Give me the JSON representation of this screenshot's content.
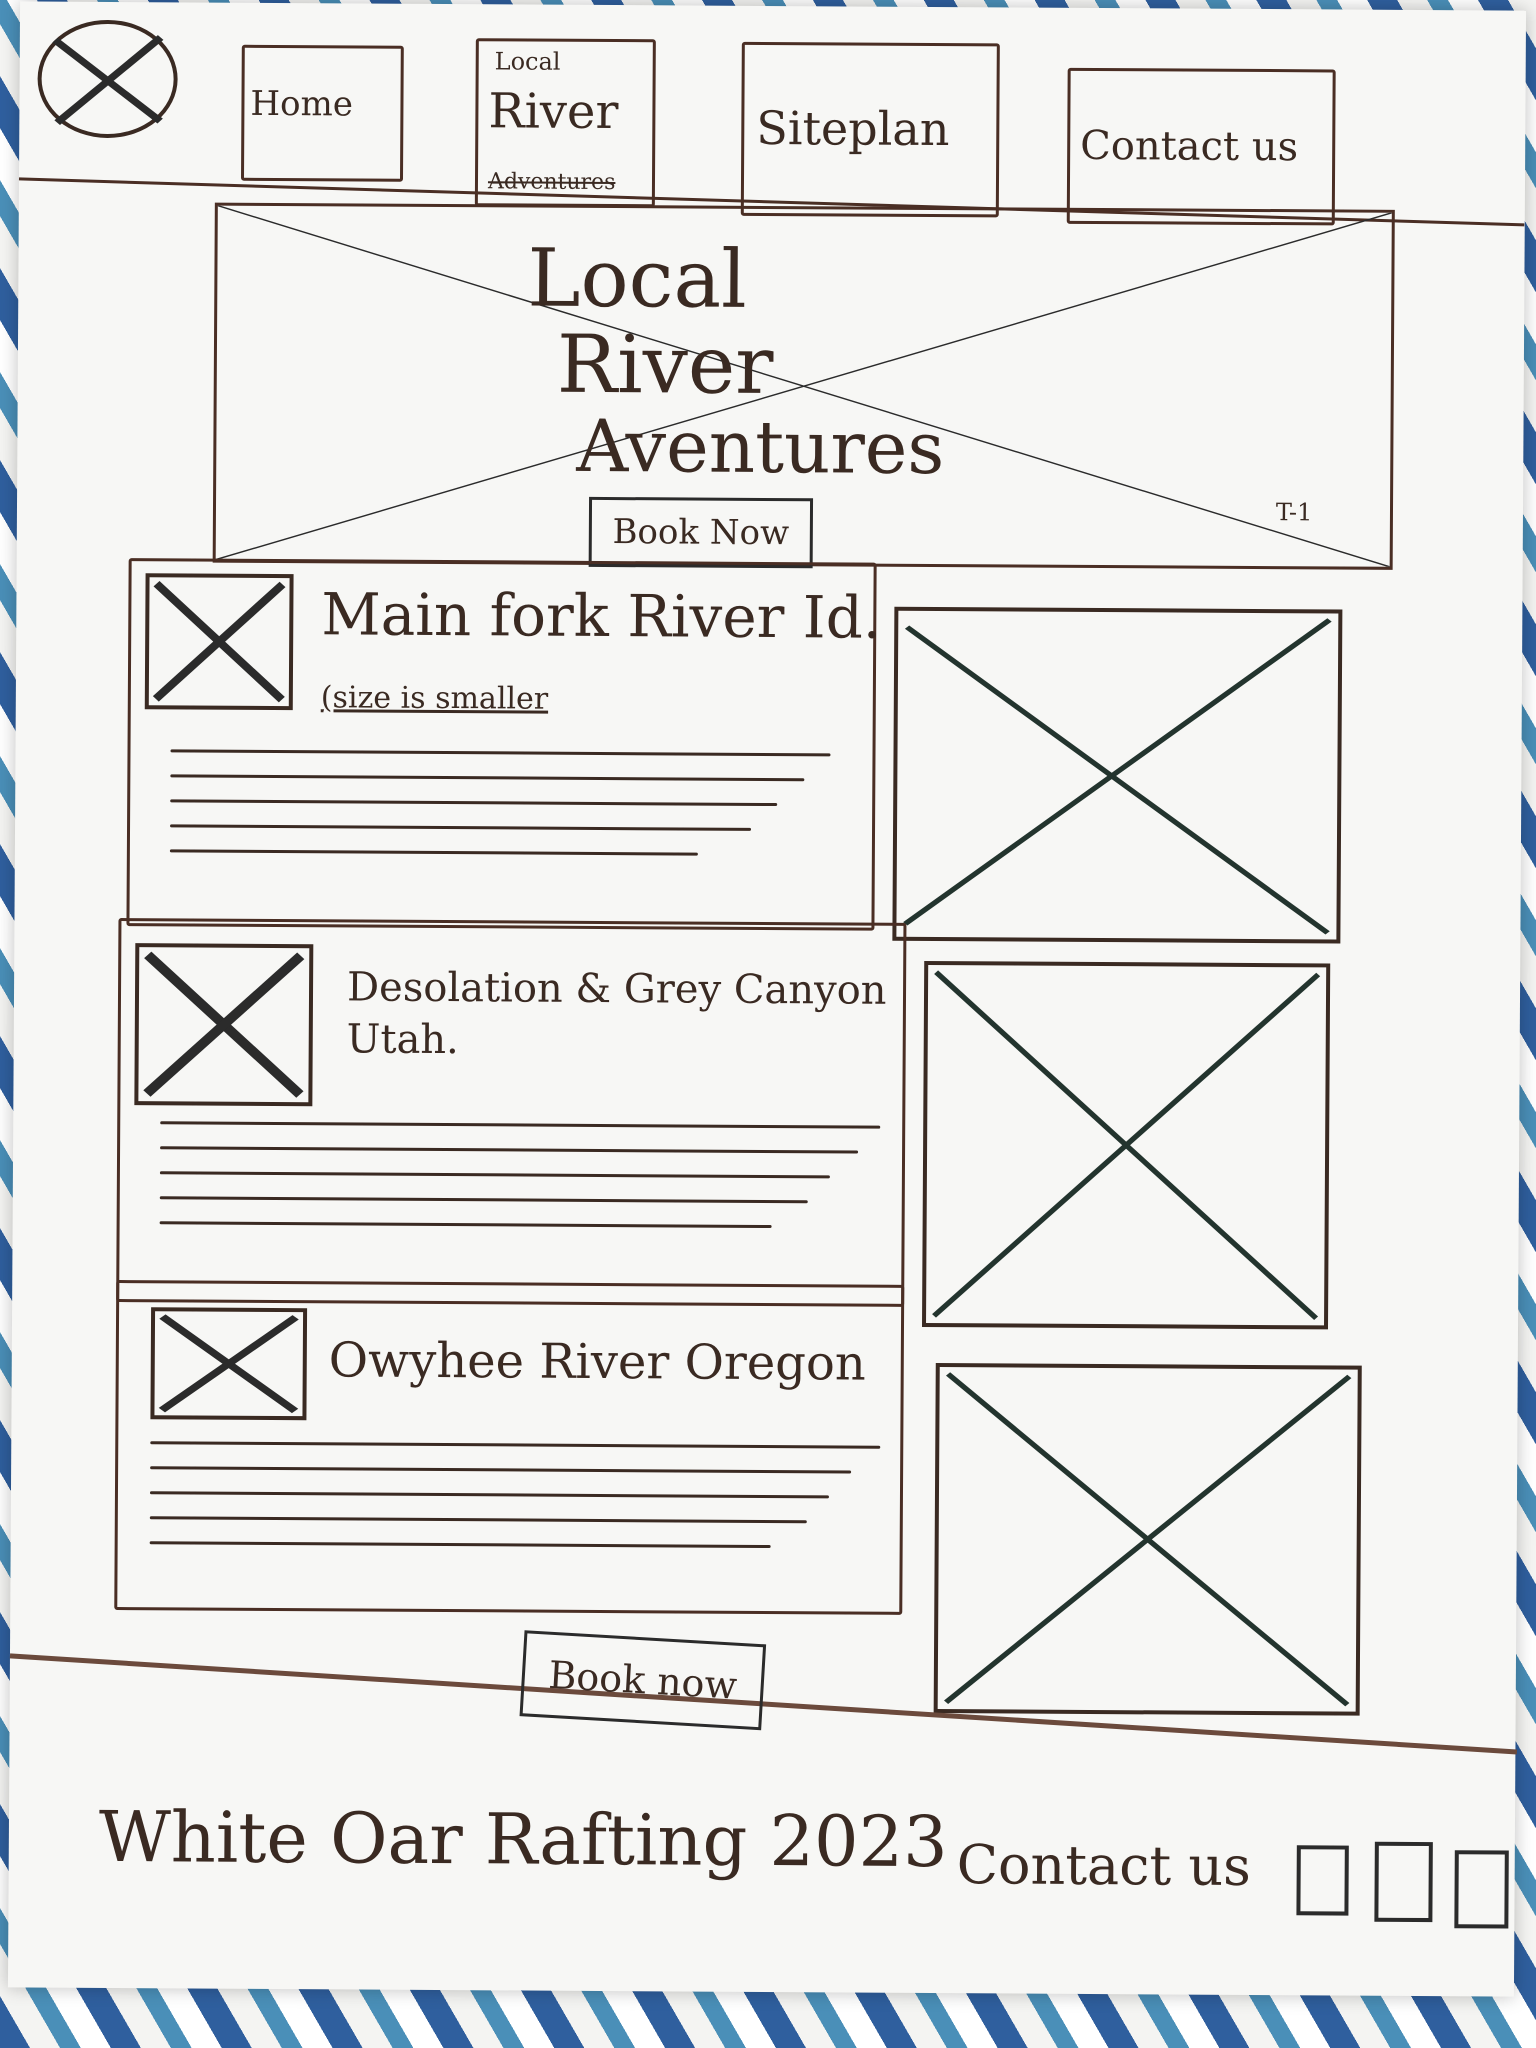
{
  "nav": {
    "home": "Home",
    "local_small": "Local",
    "river": "River",
    "adventures_crossed": "Adventures",
    "siteplan": "Siteplan",
    "contact": "Contact us"
  },
  "hero": {
    "line1": "Local",
    "line2": "River",
    "line3": "Aventures",
    "note": "T-1",
    "book_button": "Book Now"
  },
  "cards": [
    {
      "title": "Main fork River Id.",
      "note": "(size is smaller"
    },
    {
      "title": "Desolation & Grey Canyon",
      "title2": "Utah."
    },
    {
      "title": "Owyhee River Oregon"
    }
  ],
  "bottom_book_button": "Book now",
  "footer": {
    "brand": "White Oar Rafting 2023",
    "contact": "Contact us"
  }
}
